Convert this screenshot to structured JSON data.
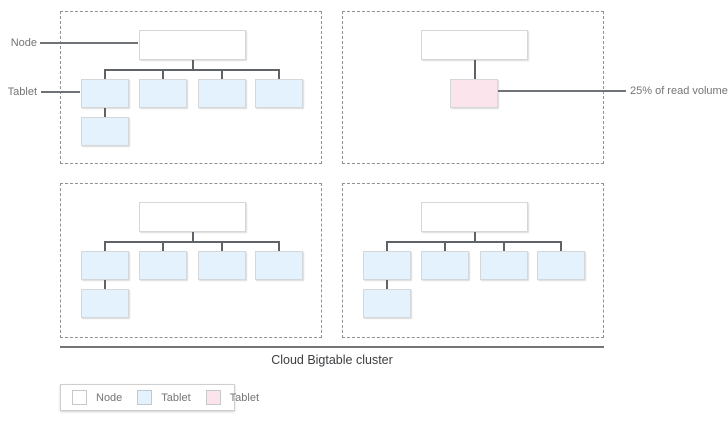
{
  "colors": {
    "node_fill": "#ffffff",
    "tablet_fill": "#e3f2fd",
    "hot_tablet_fill": "#fce4ec",
    "connector": "#5f6368",
    "dashed_border": "#8f9296",
    "annotation_text": "#757575",
    "cluster_text": "#3c4043"
  },
  "annotations": {
    "node_label": "Node",
    "tablet_label": "Tablet",
    "hot_tablet_callout": "25% of read volume"
  },
  "cluster": {
    "label": "Cloud Bigtable cluster"
  },
  "legend": {
    "items": [
      {
        "swatch": "node",
        "label": "Node"
      },
      {
        "swatch": "tablet",
        "label": "Tablet"
      },
      {
        "swatch": "hot-tablet",
        "label": "Tablet"
      }
    ]
  },
  "diagram": {
    "quadrants": [
      {
        "id": "1",
        "node_type": "node",
        "tablets": [
          "tablet",
          "tablet",
          "tablet",
          "tablet"
        ],
        "stacked_tablet": "tablet"
      },
      {
        "id": "2",
        "node_type": "node",
        "tablets": [
          "hot-tablet"
        ],
        "stacked_tablet": null
      },
      {
        "id": "3",
        "node_type": "node",
        "tablets": [
          "tablet",
          "tablet",
          "tablet",
          "tablet"
        ],
        "stacked_tablet": "tablet"
      },
      {
        "id": "4",
        "node_type": "node",
        "tablets": [
          "tablet",
          "tablet",
          "tablet",
          "tablet"
        ],
        "stacked_tablet": "tablet"
      }
    ]
  }
}
